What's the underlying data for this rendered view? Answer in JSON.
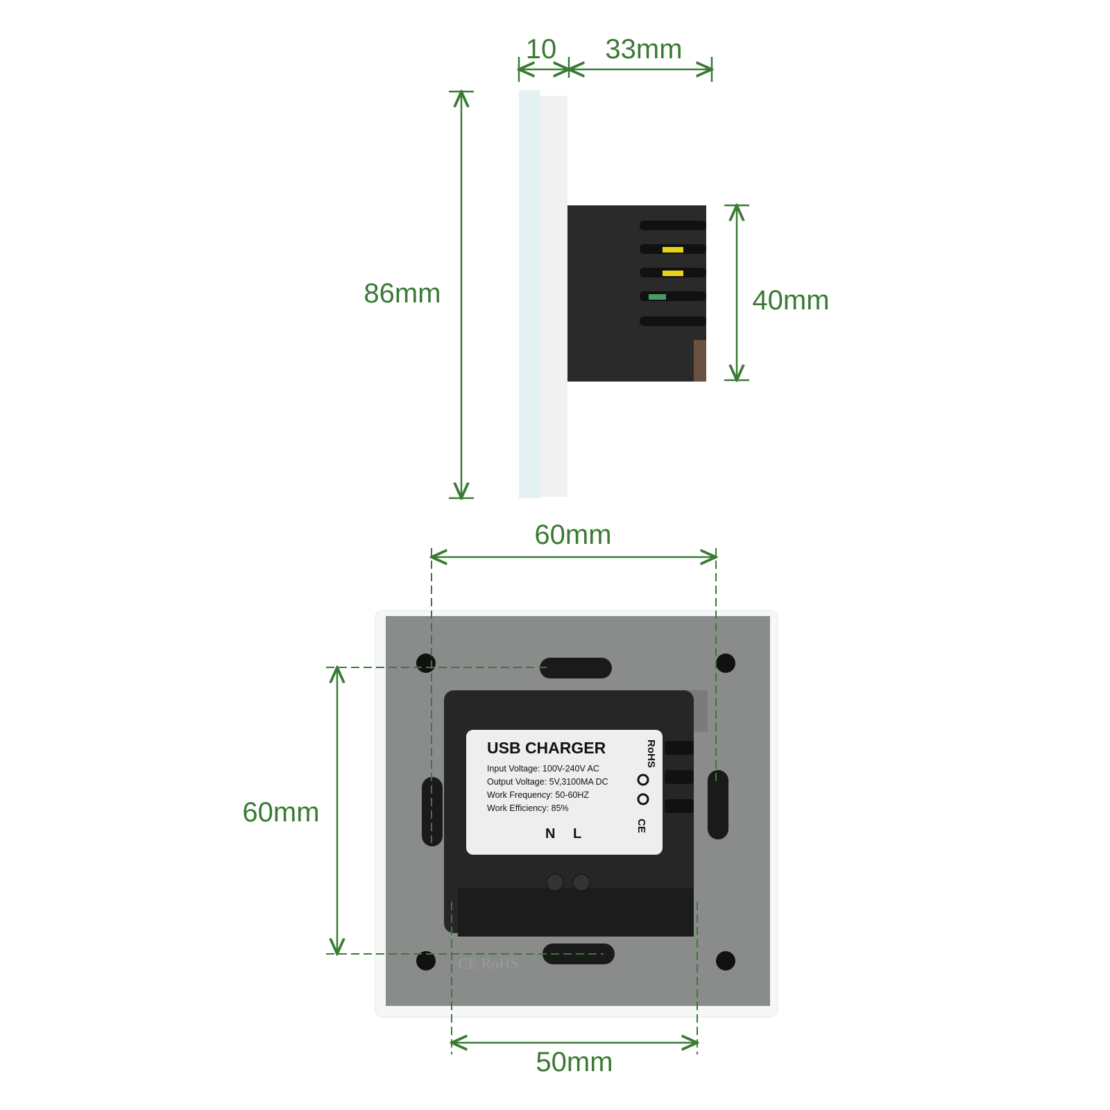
{
  "dimensions": {
    "plate_depth": "10",
    "module_depth": "33mm",
    "height": "86mm",
    "module_height": "40mm",
    "mount_width": "60mm",
    "mount_height": "60mm",
    "module_width": "50mm"
  },
  "label": {
    "title": "USB CHARGER",
    "lines": [
      "Input Voltage: 100V-240V  AC",
      "Output Voltage: 5V,3100MA  DC",
      "Work Frequency: 50-60HZ",
      "Work Efficiency: 85%"
    ],
    "terminals": [
      "N",
      "L"
    ],
    "marks": [
      "RoHS",
      "CE"
    ]
  },
  "plate_marks": "CE RoHS",
  "colors": {
    "dimension": "#3a7a34",
    "plate": "#8a8c8b",
    "module": "#262626"
  }
}
